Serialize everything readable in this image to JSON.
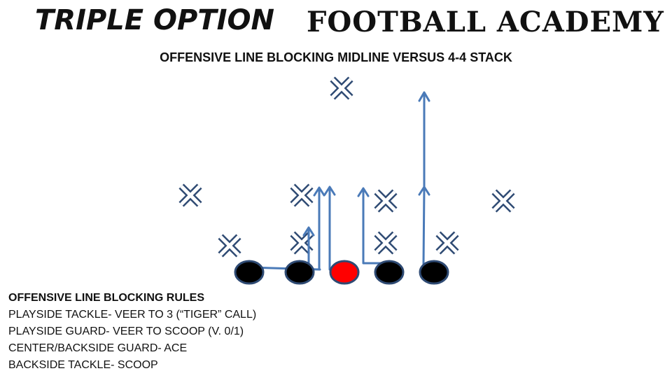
{
  "header": {
    "logo_script": "TRIPLE OPTION",
    "logo_block": "FOOTBALL ACADEMY",
    "subtitle": "OFFENSIVE LINE BLOCKING MIDLINE VERSUS 4-4 STACK"
  },
  "colors": {
    "defender": "#2e4a73",
    "route": "#4a7ab8",
    "lineman": "#000000",
    "center": "#ff0000",
    "lineman_outline": "#2e4a73"
  },
  "diagram": {
    "defenders": [
      "X",
      "X",
      "X",
      "X",
      "X",
      "X",
      "X",
      "X",
      "X"
    ],
    "offensive_line": [
      "backside-tackle",
      "backside-guard",
      "center",
      "playside-guard",
      "playside-tackle"
    ]
  },
  "rules": {
    "title": "OFFENSIVE LINE BLOCKING RULES",
    "lines": [
      "PLAYSIDE TACKLE- VEER TO 3 (“TIGER” CALL)",
      "PLAYSIDE GUARD- VEER TO SCOOP (V. 0/1)",
      "CENTER/BACKSIDE GUARD- ACE",
      "BACKSIDE TACKLE- SCOOP"
    ]
  }
}
